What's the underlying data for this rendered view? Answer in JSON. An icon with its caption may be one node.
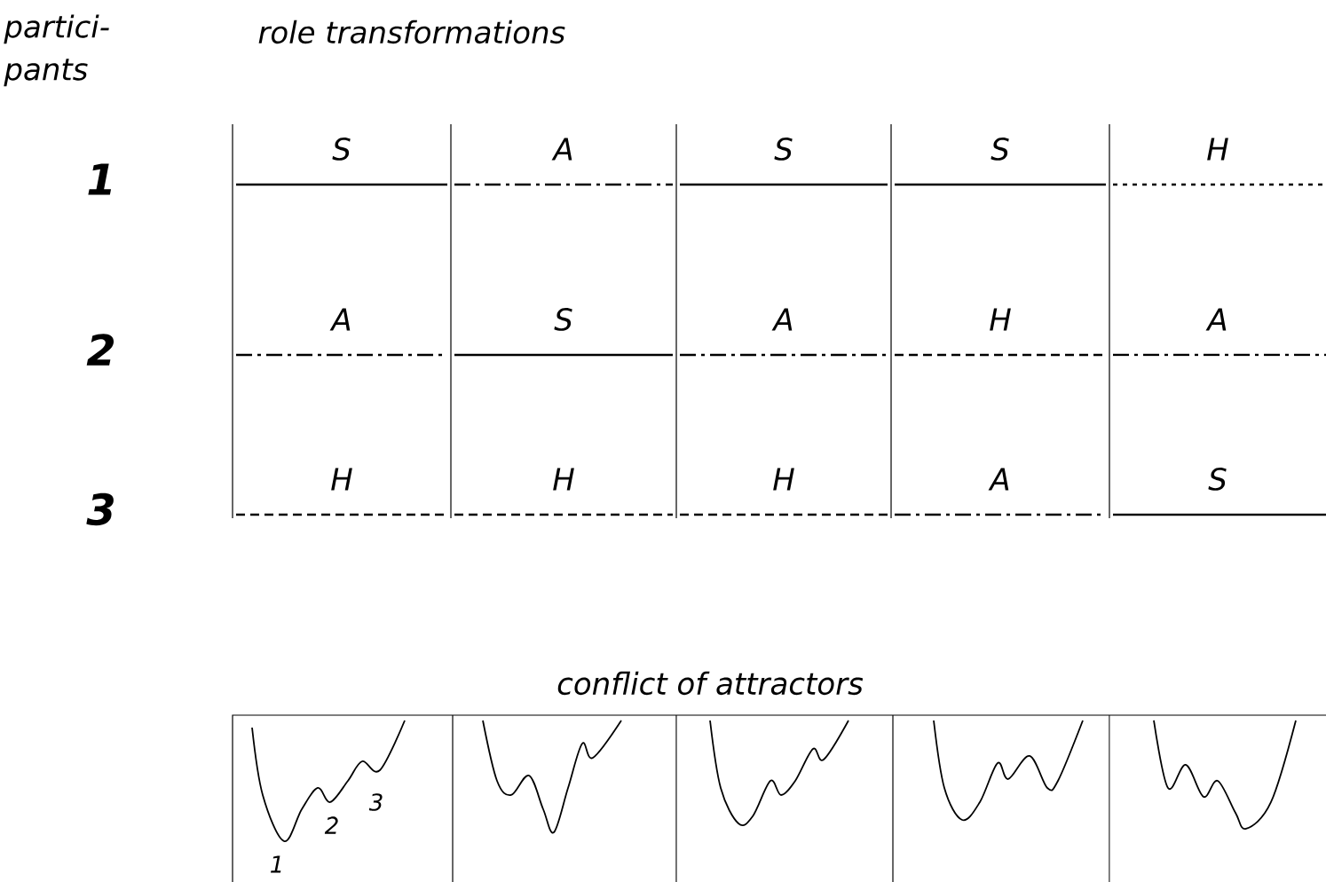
{
  "diagram": {
    "labels": [
      "partici- pants",
      "role transformations",
      "1",
      "S",
      "A",
      "S",
      "S",
      "H",
      "2",
      "A",
      "S",
      "A",
      "H",
      "A",
      "3",
      "H",
      "H",
      "H",
      "A",
      "S",
      "conflict of attractors",
      "1",
      "2",
      "3"
    ]
  }
}
